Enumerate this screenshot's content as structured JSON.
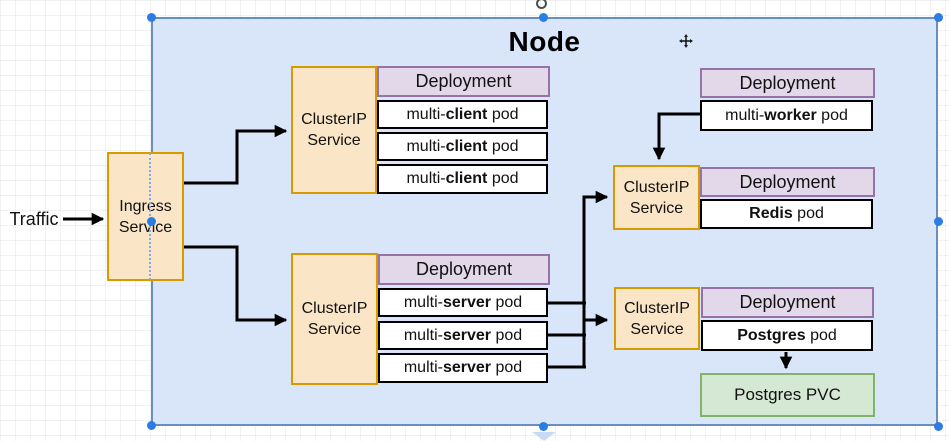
{
  "node": {
    "title": "Node"
  },
  "labels": {
    "traffic": "Traffic"
  },
  "ingress": {
    "line1": "Ingress",
    "line2": "Service"
  },
  "service": {
    "line1": "ClusterIP",
    "line2": "Service"
  },
  "deployments": {
    "client": {
      "header": "Deployment",
      "rows": [
        {
          "pre": "multi-",
          "bold": "client",
          "post": " pod"
        },
        {
          "pre": "multi-",
          "bold": "client",
          "post": " pod"
        },
        {
          "pre": "multi-",
          "bold": "client",
          "post": " pod"
        }
      ]
    },
    "server": {
      "header": "Deployment",
      "rows": [
        {
          "pre": "multi-",
          "bold": "server",
          "post": " pod"
        },
        {
          "pre": "multi-",
          "bold": "server",
          "post": " pod"
        },
        {
          "pre": "multi-",
          "bold": "server",
          "post": " pod"
        }
      ]
    },
    "worker": {
      "header": "Deployment",
      "rows": [
        {
          "pre": "multi-",
          "bold": "worker",
          "post": " pod"
        }
      ]
    },
    "redis": {
      "header": "Deployment",
      "rows": [
        {
          "pre": "",
          "bold": "Redis",
          "post": " pod"
        }
      ]
    },
    "postgres": {
      "header": "Deployment",
      "rows": [
        {
          "pre": "",
          "bold": "Postgres",
          "post": " pod"
        }
      ]
    }
  },
  "pvc": {
    "label": "Postgres PVC"
  },
  "colors": {
    "node_fill": "#d9e6fa",
    "node_border": "#6c8ebf",
    "service_fill": "#fbe5c7",
    "service_border": "#d79b00",
    "deployment_header_fill": "#e3d8e9",
    "deployment_header_border": "#9673a6",
    "pod_fill": "#ffffff",
    "pod_border": "#000000",
    "pvc_fill": "#d5e8d4",
    "pvc_border": "#82b366",
    "selection_handle": "#2c7ce5",
    "connector": "#000000"
  }
}
